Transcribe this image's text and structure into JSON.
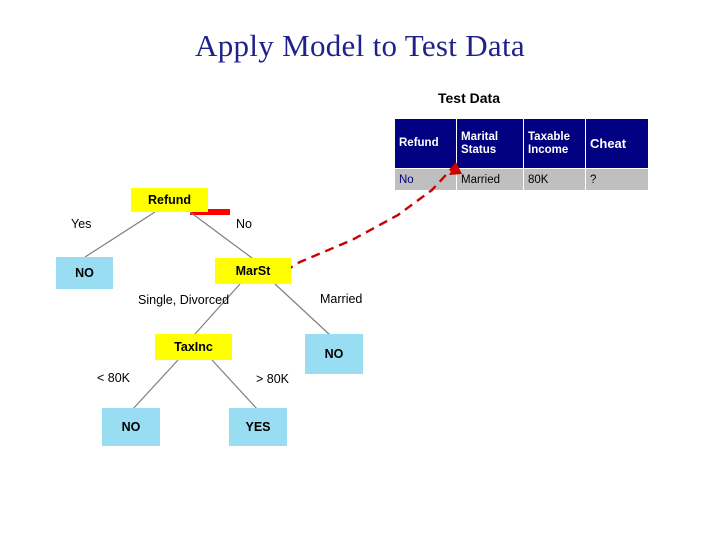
{
  "slide": {
    "title": "Apply Model to Test Data",
    "test_data_label": "Test Data"
  },
  "table": {
    "headers": [
      "Refund",
      "Marital\nStatus",
      "Taxable\nIncome",
      "Cheat"
    ],
    "header_lines": [
      [
        "Refund"
      ],
      [
        "Marital",
        "Status"
      ],
      [
        "Taxable",
        "Income"
      ],
      [
        "Cheat"
      ]
    ],
    "rows": [
      [
        "No",
        "Married",
        "80K",
        "?"
      ]
    ]
  },
  "tree": {
    "nodes": [
      {
        "id": "refund",
        "label": "Refund",
        "style": "yellow"
      },
      {
        "id": "no1",
        "label": "NO",
        "style": "cyan"
      },
      {
        "id": "marst",
        "label": "MarSt",
        "style": "yellow"
      },
      {
        "id": "taxinc",
        "label": "TaxInc",
        "style": "yellow"
      },
      {
        "id": "no2",
        "label": "NO",
        "style": "cyan"
      },
      {
        "id": "no3",
        "label": "NO",
        "style": "cyan"
      },
      {
        "id": "yes1",
        "label": "YES",
        "style": "cyan"
      }
    ],
    "edge_labels": [
      {
        "id": "yes-branch",
        "label": "Yes"
      },
      {
        "id": "no-branch",
        "label": "No"
      },
      {
        "id": "single-divorced-branch",
        "label": "Single, Divorced"
      },
      {
        "id": "married-branch",
        "label": "Married"
      },
      {
        "id": "lt80k-branch",
        "label": "< 80K"
      },
      {
        "id": "gt80k-branch",
        "label": "> 80K"
      }
    ]
  },
  "colors": {
    "title": "#21218c",
    "node_decision": "#ffff00",
    "node_leaf": "#99ddf2",
    "table_header_bg": "#000080",
    "table_row_bg": "#bfbfbf",
    "highlight_path": "#ff0000",
    "trace_path": "#cc0000"
  }
}
